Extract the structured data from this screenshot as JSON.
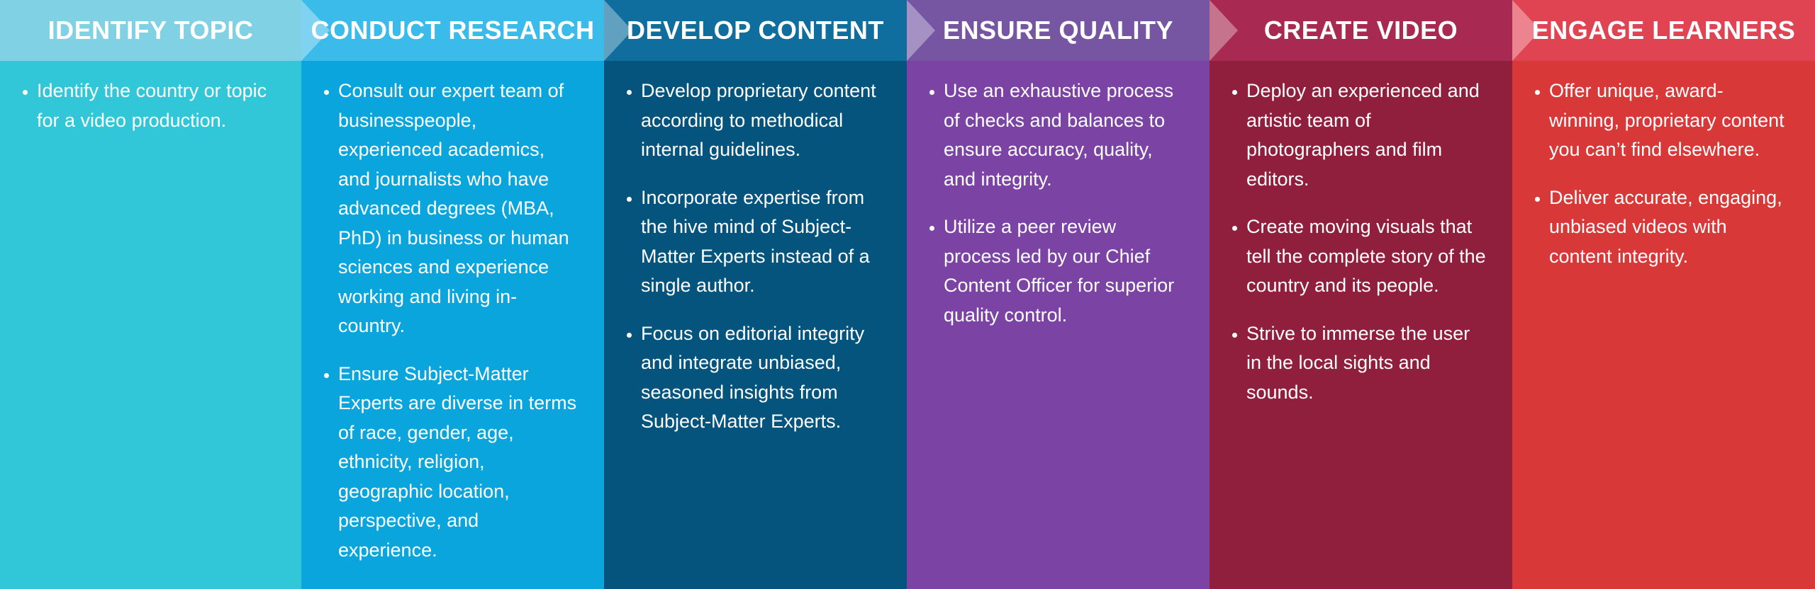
{
  "steps": [
    {
      "title": "IDENTIFY TOPIC",
      "header_color": "#7fd1e3",
      "body_color": "#31c7d8",
      "bullets": [
        "Identify the country or topic for a video production."
      ]
    },
    {
      "title": "CONDUCT RESEARCH",
      "header_color": "#3bbbe9",
      "body_color": "#0aa5dc",
      "bullets": [
        "Consult our expert team of businesspeople, experienced academics, and journalists who have advanced degrees (MBA, PhD) in business or human sciences and experience working and living in-country.",
        "Ensure Subject-Matter Experts are diverse in terms of race, gender, age, ethnicity, religion, geographic location, perspective, and experience."
      ]
    },
    {
      "title": "DEVELOP CONTENT",
      "header_color": "#0f6e9e",
      "body_color": "#05547d",
      "bullets": [
        "Develop proprietary content according to methodical internal guidelines.",
        "Incorporate expertise from the hive mind of Subject-Matter Experts instead of a single author.",
        "Focus on editorial integrity and integrate unbiased, seasoned insights from Subject-Matter Experts."
      ]
    },
    {
      "title": "ENSURE QUALITY",
      "header_color": "#7656a3",
      "body_color": "#7b44a4",
      "bullets": [
        "Use an exhaustive process of checks and balances to ensure accuracy, quality, and integrity.",
        "Utilize a peer review process led by our Chief Content Officer for superior quality control."
      ]
    },
    {
      "title": "CREATE VIDEO",
      "header_color": "#a82a52",
      "body_color": "#8f1f3d",
      "bullets": [
        "Deploy an experienced and artistic team of photographers and film editors.",
        "Create moving visuals that tell the complete story of the country and its people.",
        "Strive to immerse the user in the local sights and sounds."
      ]
    },
    {
      "title": "ENGAGE LEARNERS",
      "header_color": "#e04352",
      "body_color": "#d83838",
      "bullets": [
        "Offer unique, award-winning, proprietary content you can’t find elsewhere.",
        "Deliver accurate, engaging, unbiased videos with content integrity."
      ]
    }
  ]
}
